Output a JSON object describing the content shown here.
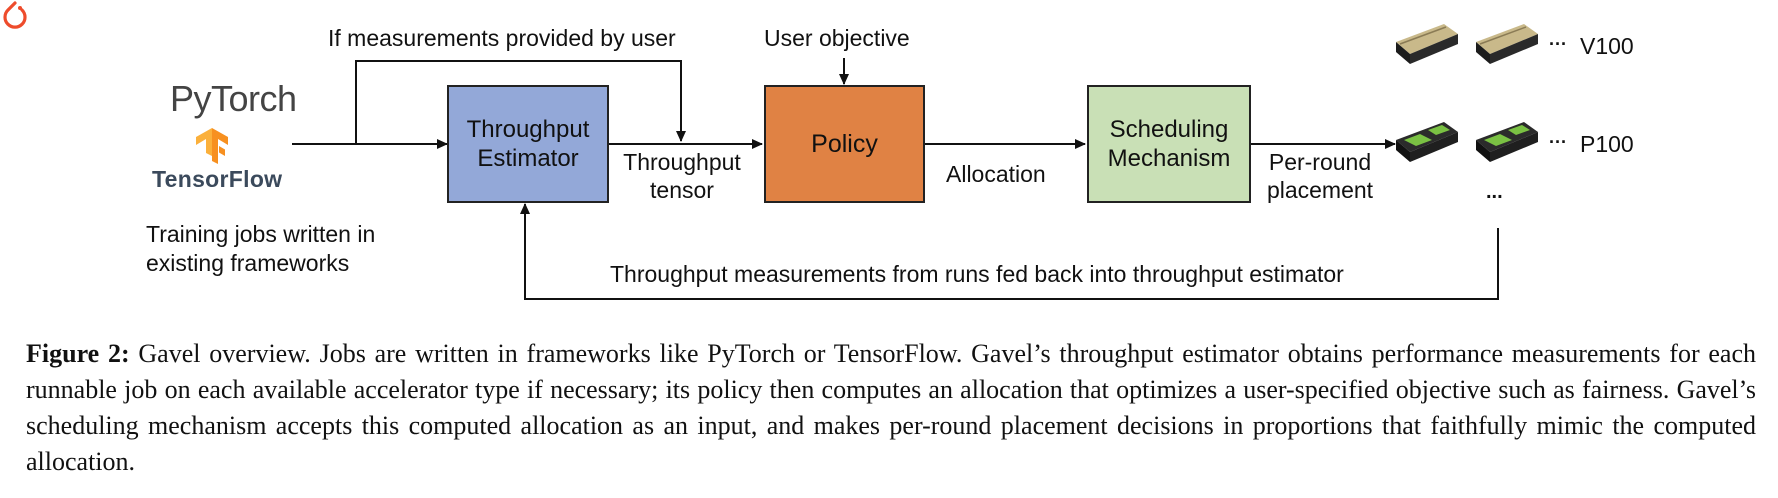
{
  "frameworks": {
    "pytorch": "PyTorch",
    "tensorflow": "TensorFlow",
    "description_line1": "Training jobs written in",
    "description_line2": "existing frameworks"
  },
  "labels": {
    "feedback_top": "If measurements provided by user",
    "user_objective": "User objective",
    "throughput_tensor_line1": "Throughput",
    "throughput_tensor_line2": "tensor",
    "allocation": "Allocation",
    "per_round_line1": "Per-round",
    "per_round_line2": "placement",
    "feedback_bottom": "Throughput measurements from runs fed back into throughput estimator"
  },
  "boxes": {
    "estimator_line1": "Throughput",
    "estimator_line2": "Estimator",
    "policy": "Policy",
    "mechanism_line1": "Scheduling",
    "mechanism_line2": "Mechanism"
  },
  "accelerators": {
    "v100": "V100",
    "p100": "P100",
    "ellipsis": "···",
    "more": "..."
  },
  "caption": {
    "label": "Figure 2:",
    "text": " Gavel overview. Jobs are written in frameworks like PyTorch or TensorFlow. Gavel’s throughput estimator obtains performance measurements for each runnable job on each available accelerator type if necessary; its policy then computes an allocation that optimizes a user-specified objective such as fairness. Gavel’s scheduling mechanism accepts this computed allocation as an input, and makes per-round placement decisions in proportions that faithfully mimic the computed allocation."
  },
  "colors": {
    "estimator": "#93a8d8",
    "policy": "#e08244",
    "mechanism": "#c9e0b6",
    "pytorch_orange": "#ee4c2c",
    "tensorflow_orange": "#f79020",
    "gpu_v100": "#c9b98a",
    "gpu_p100": "#7ac143"
  }
}
